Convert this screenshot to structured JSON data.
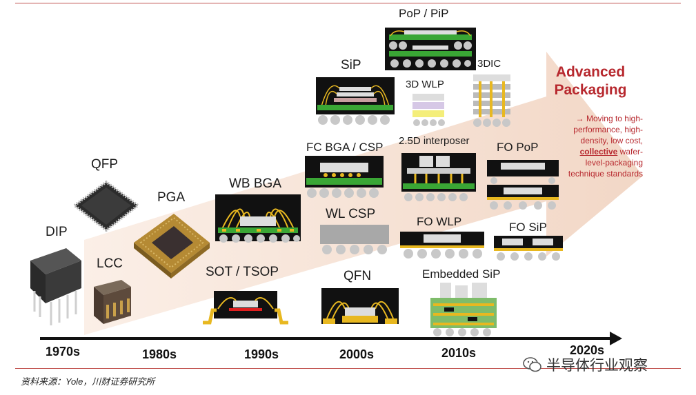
{
  "labels": {
    "pop_pip": "PoP / PiP",
    "sip": "SiP",
    "dic3": "3DIC",
    "wlp3d": "3D WLP",
    "interposer": "2.5D interposer",
    "fc_bga": "FC BGA / CSP",
    "fo_pop": "FO PoP",
    "qfp": "QFP",
    "pga": "PGA",
    "wb_bga": "WB BGA",
    "wl_csp": "WL CSP",
    "fo_wlp": "FO WLP",
    "fo_sip": "FO SiP",
    "dip": "DIP",
    "lcc": "LCC",
    "sot_tsop": "SOT / TSOP",
    "qfn": "QFN",
    "embedded_sip": "Embedded SiP"
  },
  "decades": [
    "1970s",
    "1980s",
    "1990s",
    "2000s",
    "2010s",
    "2020s"
  ],
  "advanced": {
    "title_line1": "Advanced",
    "title_line2": "Packaging",
    "desc_pre": "→ Moving to high-performance, high-density, low cost,",
    "desc_bold": "collective",
    "desc_post": "wafer-level-packaging technique standards"
  },
  "source": "资料来源：Yole，川财证券研究所",
  "watermark": "半导体行业观察",
  "colors": {
    "accent": "#b7282e",
    "arrow": "#f6e3d6",
    "pcb": "#3aa635",
    "gold": "#e8b820"
  }
}
